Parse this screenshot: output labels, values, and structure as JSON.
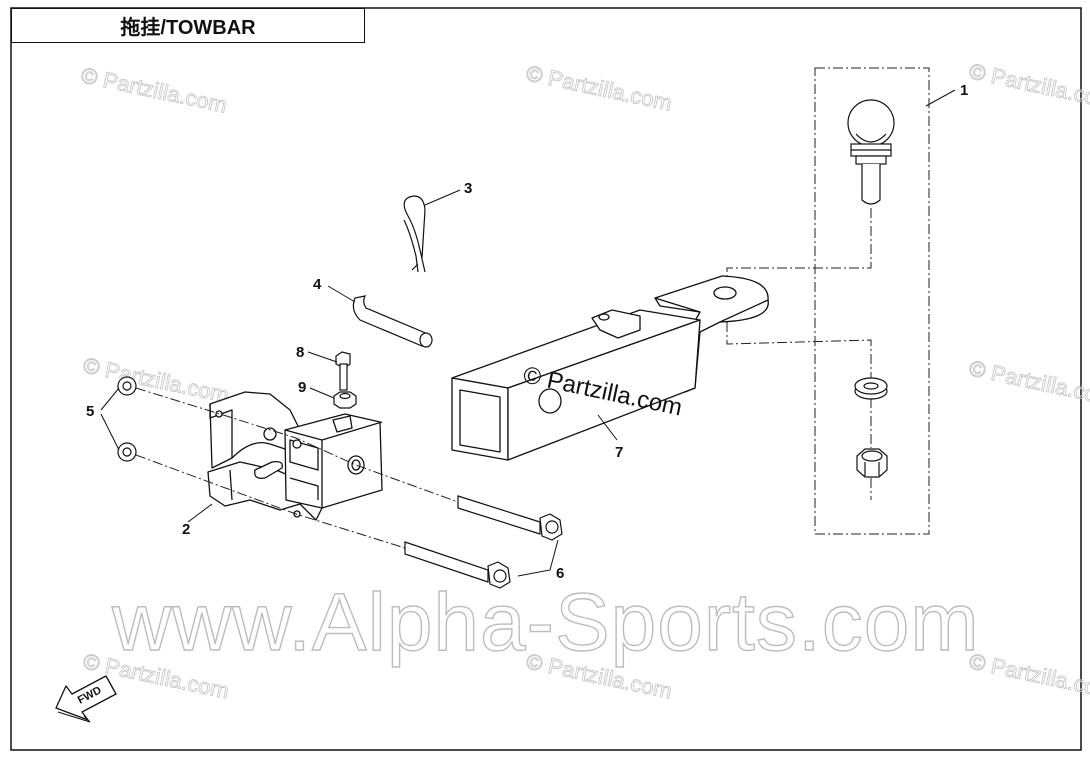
{
  "title": "拖挂/TOWBAR",
  "watermarks": {
    "partzilla": "© Partzilla.com",
    "alpha": "www.Alpha-Sports.com"
  },
  "fwd_label": "FWD",
  "callouts": [
    {
      "id": "1",
      "part": "hitch-ball"
    },
    {
      "id": "2",
      "part": "mounting-bracket"
    },
    {
      "id": "3",
      "part": "hitch-pin-clip"
    },
    {
      "id": "4",
      "part": "hitch-pin"
    },
    {
      "id": "5",
      "part": "washers"
    },
    {
      "id": "6",
      "part": "bolts"
    },
    {
      "id": "7",
      "part": "receiver-tube"
    },
    {
      "id": "8",
      "part": "small-bolt"
    },
    {
      "id": "9",
      "part": "small-nut"
    }
  ]
}
